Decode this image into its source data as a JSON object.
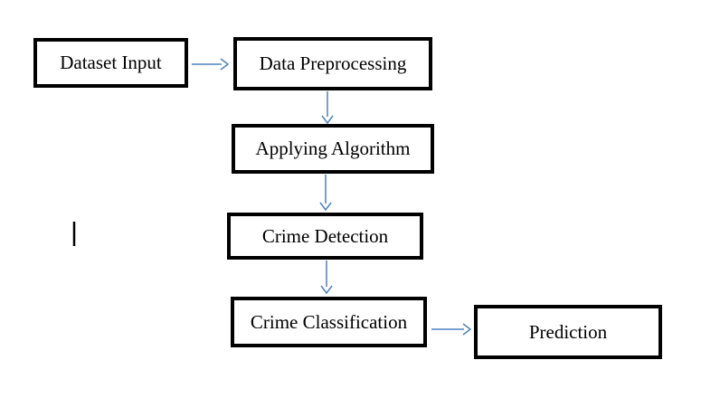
{
  "colors": {
    "arrow": "#4f81bd",
    "box_border": "#000000",
    "background": "#ffffff",
    "text": "#000000",
    "text_cursor": "#000000"
  },
  "nodes": {
    "dataset_input": {
      "label": "Dataset Input"
    },
    "data_preprocessing": {
      "label": "Data Preprocessing"
    },
    "applying_algorithm": {
      "label": "Applying Algorithm"
    },
    "crime_detection": {
      "label": "Crime Detection"
    },
    "crime_classification": {
      "label": "Crime Classification"
    },
    "prediction": {
      "label": "Prediction"
    }
  },
  "edges": [
    {
      "from": "dataset_input",
      "to": "data_preprocessing",
      "direction": "right"
    },
    {
      "from": "data_preprocessing",
      "to": "applying_algorithm",
      "direction": "down"
    },
    {
      "from": "applying_algorithm",
      "to": "crime_detection",
      "direction": "down"
    },
    {
      "from": "crime_detection",
      "to": "crime_classification",
      "direction": "down"
    },
    {
      "from": "crime_classification",
      "to": "prediction",
      "direction": "right"
    }
  ]
}
